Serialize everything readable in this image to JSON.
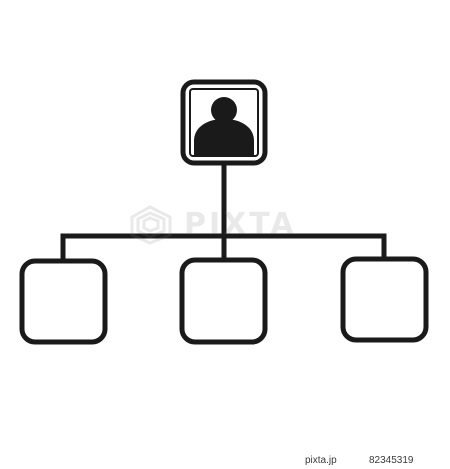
{
  "diagram": {
    "type": "org-chart",
    "root": {
      "icon": "person-icon"
    },
    "children": [
      {
        "label": ""
      },
      {
        "label": ""
      },
      {
        "label": ""
      }
    ],
    "stroke_color": "#1a1a1a",
    "fill_color": "#1a1a1a"
  },
  "watermark": {
    "brand": "PIXTA",
    "icon": "pixta-logo-icon"
  },
  "footer": {
    "site": "pixta.jp",
    "image_id": "82345319"
  }
}
